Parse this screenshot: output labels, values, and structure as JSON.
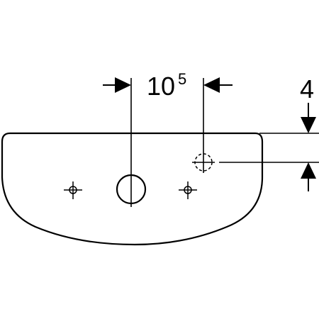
{
  "diagram": {
    "horizontal_dimension": {
      "main": "10",
      "superscript": "5"
    },
    "vertical_dimension": {
      "value": "4"
    },
    "holes": {
      "existing_tap_holes": 2,
      "overflow_outlet": 1,
      "optional_tap_holes": 1
    },
    "colors": {
      "line": "#000000",
      "background": "#ffffff"
    }
  }
}
